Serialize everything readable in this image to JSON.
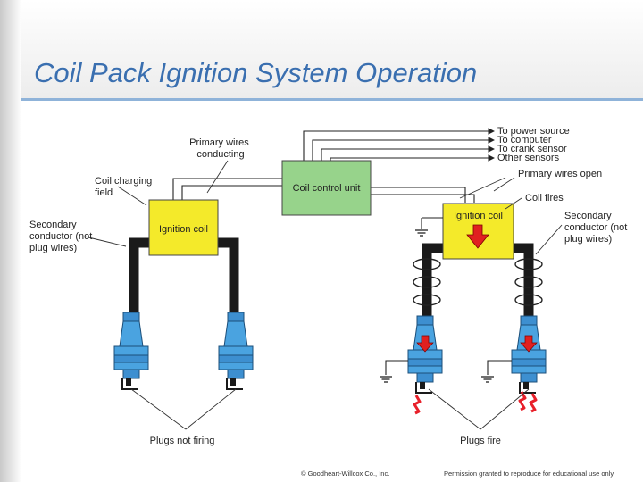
{
  "slide": {
    "title": "Coil Pack Ignition System Operation"
  },
  "diagram": {
    "labels": {
      "primary_wires_conducting": [
        "Primary wires",
        "conducting"
      ],
      "coil_charging_field": [
        "Coil charging",
        "field"
      ],
      "secondary_conductor_left": [
        "Secondary",
        "conductor (not",
        "plug wires)"
      ],
      "secondary_conductor_right": [
        "Secondary",
        "conductor (not",
        "plug wires)"
      ],
      "to_power_source": "To power source",
      "to_computer": "To computer",
      "to_crank_sensor": "To crank sensor",
      "other_sensors": "Other sensors",
      "primary_wires_open": "Primary wires open",
      "coil_fires": "Coil fires",
      "coil_control_unit": "Coil control unit",
      "ignition_coil_left": "Ignition coil",
      "ignition_coil_right": "Ignition coil",
      "plugs_not_firing": "Plugs not firing",
      "plugs_fire": "Plugs fire"
    },
    "colors": {
      "coil_fill": "#f4ea2a",
      "control_unit_fill": "#97d38b",
      "plug_body": "#4aa3e0",
      "arrow_red": "#e02020",
      "spark_red": "#e8202a",
      "conductor": "#1a1a1a"
    }
  },
  "footer": {
    "copyright": "© Goodheart-Willcox Co., Inc.",
    "permission": "Permission granted to reproduce for educational use only."
  }
}
